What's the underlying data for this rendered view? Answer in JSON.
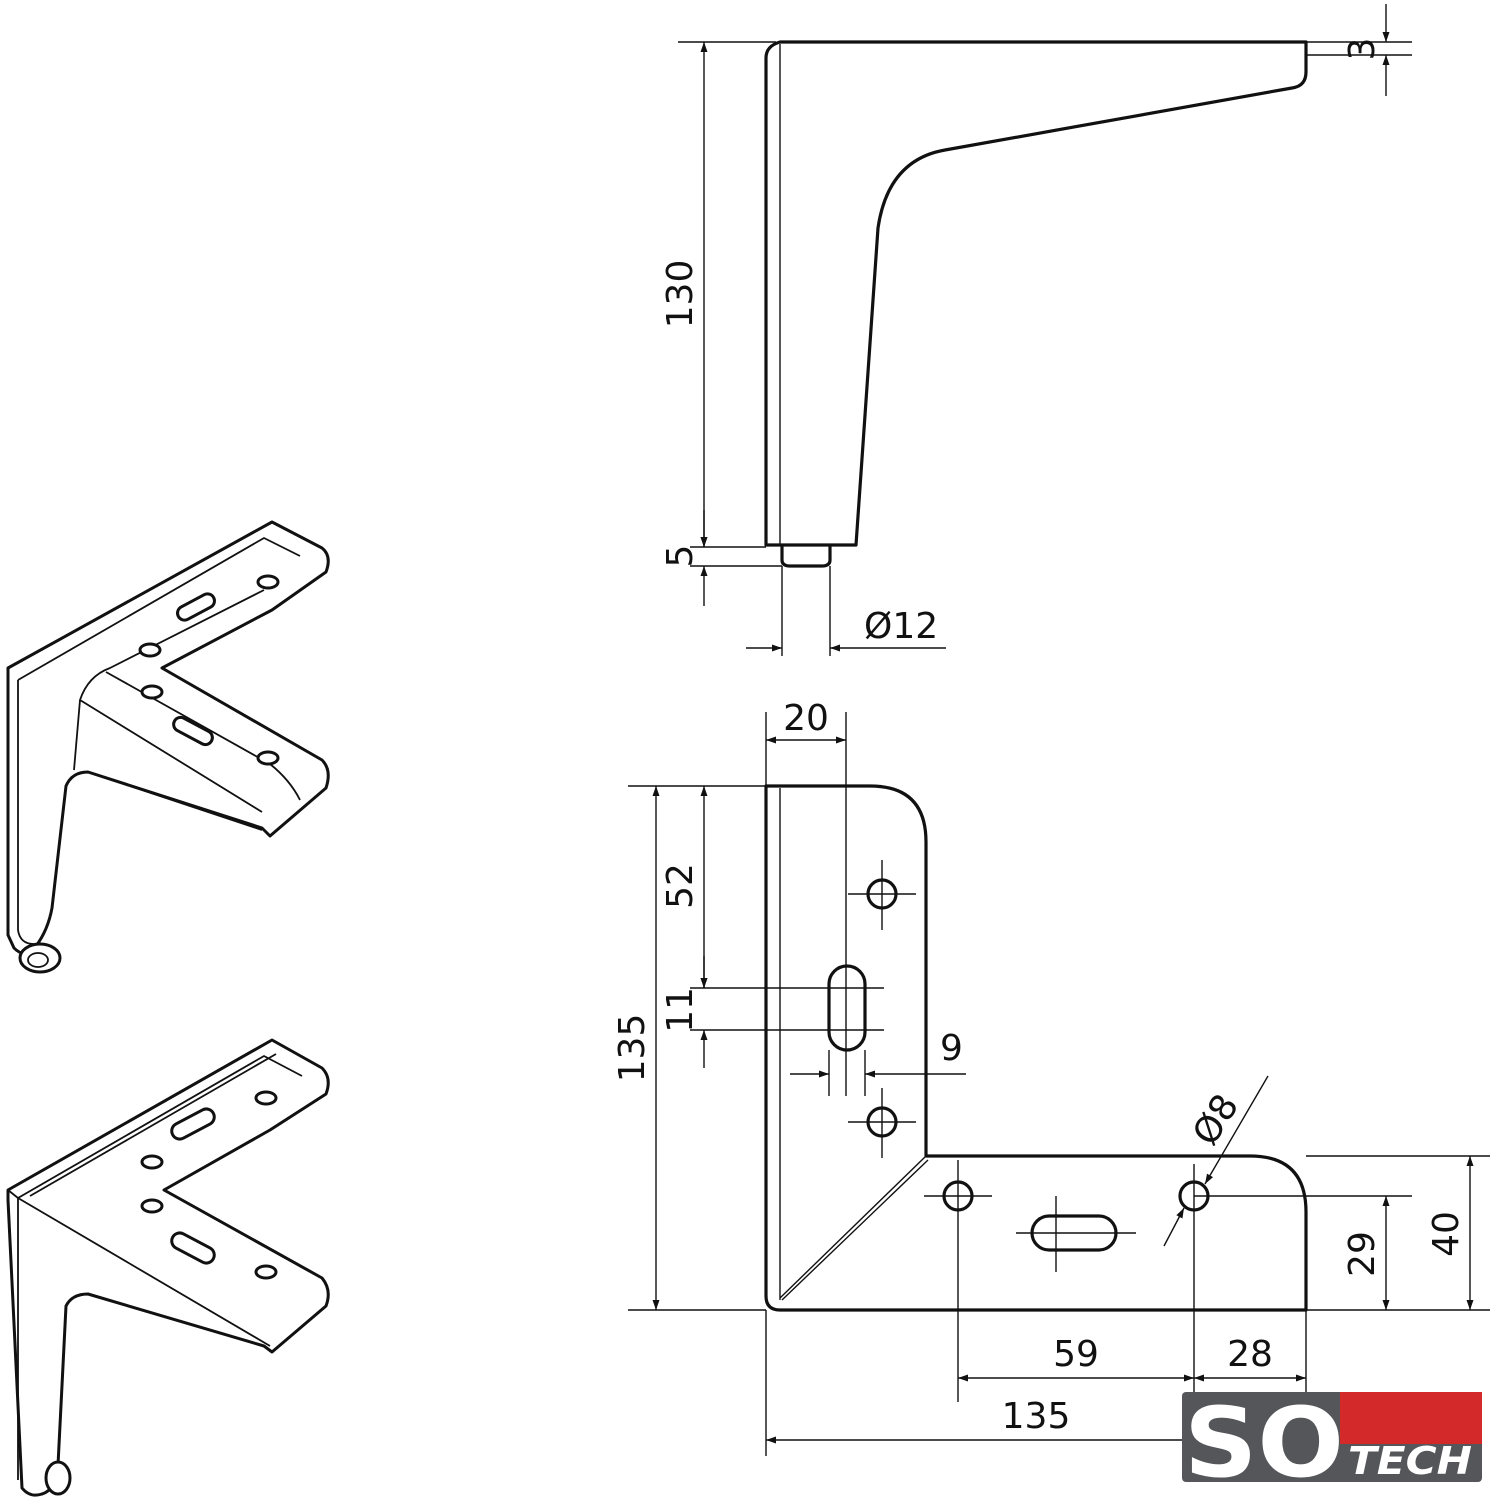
{
  "dimensions": {
    "top_view": {
      "height_total": "130",
      "bolt_length": "5",
      "top_thickness": "3",
      "bolt_diameter": "Ø12"
    },
    "plan_view": {
      "flange_width": "20",
      "first_hole_offset": "52",
      "slot_length": "11",
      "slot_width": "9",
      "arm_length_vertical": "135",
      "hole_diameter": "Ø8",
      "hole_center_height": "29",
      "arm_width": "40",
      "hole_spacing": "59",
      "hole_edge_offset": "28",
      "arm_length_horizontal": "135"
    }
  },
  "logo": {
    "brand_primary": "SO",
    "brand_secondary": "TECH",
    "registered_mark": "®",
    "colors": {
      "background": "#55565a",
      "accent": "#d3292a",
      "text": "#ffffff"
    }
  }
}
